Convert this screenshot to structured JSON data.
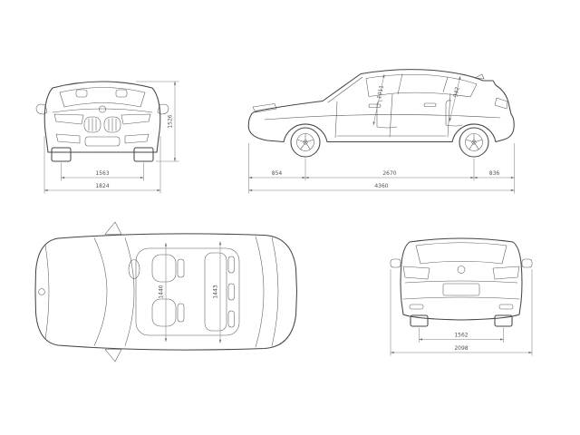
{
  "drawing": {
    "line_color": "#45454a",
    "dim_line_color": "#808085",
    "dim_text_color": "#525257",
    "front_view": {
      "track_width": "1563",
      "overall_width": "1824",
      "overall_height": "1526"
    },
    "side_view": {
      "front_overhang": "854",
      "wheelbase": "2670",
      "rear_overhang": "836",
      "overall_length": "4360",
      "front_diagonal": "1011",
      "rear_diagonal": "942"
    },
    "top_view": {
      "front_width": "1440",
      "rear_width": "1443"
    },
    "rear_view": {
      "rear_track_width": "1562",
      "width_with_mirrors": "2098"
    }
  }
}
